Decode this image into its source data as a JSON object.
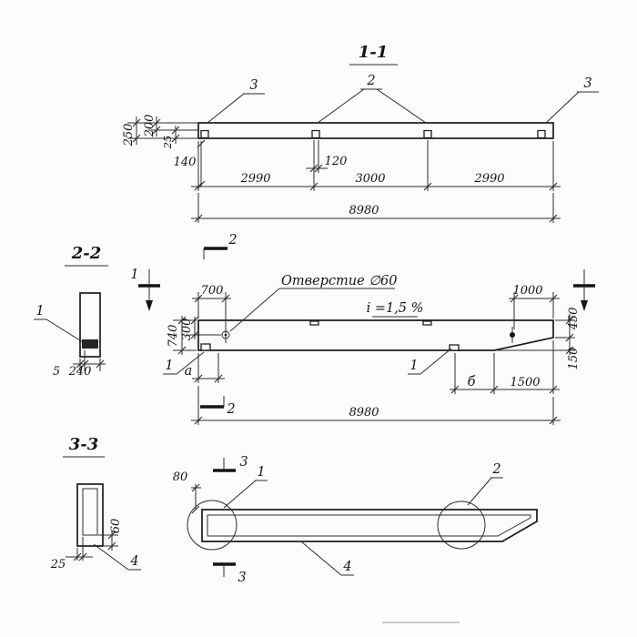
{
  "view11": {
    "title": "1-1",
    "mark_left": "3",
    "mark_mid": "2",
    "mark_right": "3",
    "dim_250": "250",
    "dim_200": "200",
    "dim_25": "25",
    "dim_140": "140",
    "dim_120": "120",
    "dim_seg1": "2990",
    "dim_seg2": "3000",
    "dim_seg3": "2990",
    "dim_total": "8980"
  },
  "section22": {
    "title": "2-2",
    "plate_label": "1",
    "dim_5": "5",
    "dim_240": "240"
  },
  "elevation": {
    "cut2_top": "2",
    "cut2_bottom": "2",
    "view1_label": "1",
    "hole_note": "Отверстие ∅60",
    "slope_note": "i =1,5 %",
    "dim_700": "700",
    "dim_1000": "1000",
    "dim_450": "450",
    "dim_150": "150",
    "dim_740": "740",
    "dim_300": "300",
    "dim_a": "а",
    "dim_b": "б",
    "dim_1500": "1500",
    "dim_total": "8980",
    "plate_left_label": "1",
    "plate_right_label": "1"
  },
  "section33": {
    "title": "3-3",
    "dim_60": "60",
    "dim_25": "25",
    "label_4": "4"
  },
  "plan": {
    "cut3_top": "3",
    "cut3_bottom": "3",
    "dim_80": "80",
    "label_1": "1",
    "label_2": "2",
    "label_4": "4"
  }
}
